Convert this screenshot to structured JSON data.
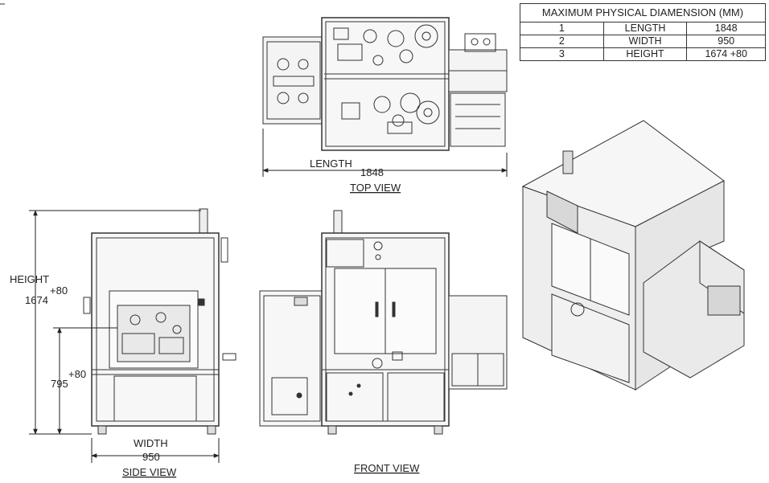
{
  "table": {
    "title": "MAXIMUM PHYSICAL DIAMENSION (MM)",
    "rows": [
      {
        "no": "1",
        "name": "LENGTH",
        "value": "1848"
      },
      {
        "no": "2",
        "name": "WIDTH",
        "value": "950"
      },
      {
        "no": "3",
        "name": "HEIGHT",
        "value": "1674 +80"
      }
    ]
  },
  "top_view": {
    "label": "TOP VIEW",
    "dim_name": "LENGTH",
    "dim_value": "1848"
  },
  "side_view": {
    "label": "SIDE VIEW",
    "width_name": "WIDTH",
    "width_value": "950",
    "height_name": "HEIGHT",
    "height_plus": "+80",
    "height_value": "1674",
    "lower_plus": "+80",
    "lower_value": "795"
  },
  "front_view": {
    "label": "FRONT VIEW"
  }
}
